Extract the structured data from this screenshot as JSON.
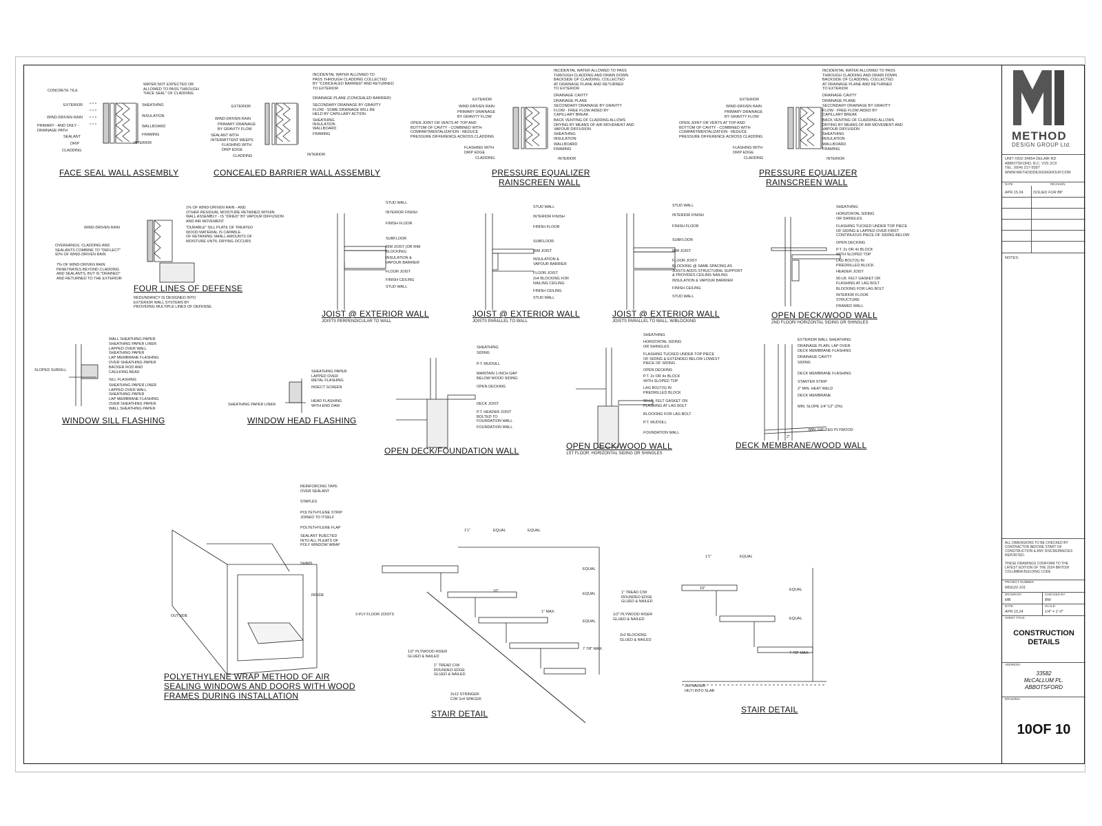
{
  "details": {
    "face_seal": {
      "title": "FACE SEAL WALL ASSEMBLY",
      "labels": [
        "CONCRETE TILE",
        "EXTERIOR",
        "WIND-DRIVEN RAIN",
        "PRIMARY - AND ONLY -\nDRAINAGE PATH",
        "SEALANT",
        "DRIP",
        "CLADDING",
        "WATER NOT EXPECTED OR\nALLOWED TO PASS THROUGH\n\"FACE SEAL\" OF CLADDING",
        "SHEATHING",
        "INSULATION",
        "WALLBOARD",
        "FRAMING",
        "INTERIOR"
      ]
    },
    "concealed_barrier": {
      "title": "CONCEALED BARRIER WALL ASSEMBLY",
      "labels": [
        "INCIDENTAL WATER ALLOWED TO\nPASS THROUGH CLADDING COLLECTED\nBY \"CONCEALED BARRIER\" AND RETURNED\nTO EXTERIOR",
        "EXTERIOR",
        "DRAINAGE PLANE (CONCEALED BARRIER)",
        "SECONDARY DRAINAGE BY GRAVITY\nFLOW - SOME DRAINAGE WILL BE\nHELD BY CAPILLARY ACTION",
        "WIND-DRIVEN RAIN",
        "PRIMARY DRAINAGE\nBY GRAVITY FLOW",
        "SEALANT WITH\nINTERMITTENT WEEPS",
        "FLASHING WITH\nDRIP EDGE",
        "CLADDING",
        "SHEATHING",
        "INSULATION",
        "WALLBOARD",
        "FRAMING",
        "INTERIOR"
      ]
    },
    "pe_rainscreen_1": {
      "title_line1": "PRESSURE EQUALIZER",
      "title_line2": "RAINSCREEN WALL",
      "labels_left": [
        "EXTERIOR",
        "WIND-DRIVEN RAIN",
        "PRIMARY DRAINAGE\nBY GRAVITY FLOW",
        "OPEN JOINT OR VENTS AT TOP AND\nBOTTOM OF CAVITY - COMBINED WITH\nCOMPARTMENTALIZATION - REDUCE\nPRESSURE DIFFERENCE ACROSS CLADDING",
        "FLASHING WITH\nDRIP EDGE",
        "CLADDING"
      ],
      "labels_right": [
        "INCIDENTAL WATER ALLOWED TO PASS\nTHROUGH CLADDING AND DRAIN DOWN\nBACKSIDE OF CLADDING, COLLECTED\nAT DRAINAGE PLANE AND RETURNED\nTO EXTERIOR",
        "DRAINAGE CAVITY",
        "DRAINAGE PLANE",
        "SECONDARY DRAINAGE BY GRAVITY\nFLOW - FREE FLOW AIDED BY\nCAPILLARY BREAK",
        "BACK VENTING OF CLADDING ALLOWS\nDRYING BY MEANS OF AIR MOVEMENT AND\nVAPOUR DIFFUSION",
        "SHEATHING",
        "INSULATION",
        "WALLBOARD",
        "FRAMING",
        "INTERIOR"
      ]
    },
    "pe_rainscreen_2": {
      "title_line1": "PRESSURE EQUALIZER",
      "title_line2": "RAINSCREEN WALL"
    },
    "four_lines": {
      "title": "FOUR LINES OF DEFENSE",
      "note": "REDUNDANCY IS DESIGNED INTO\nEXTERIOR WALL SYSTEMS BY\nPROVIDING MULTIPLE LINES OF DEFENSE.",
      "labels": [
        "1% OF WIND-DRIVEN RAIN - AND\nOTHER RESIDUAL MOISTURE RETAINED WITHIN\nWALL ASSEMBLY - IS \"DRIED\" BY VAPOUR DIFFUSION\nAND AIR MOVEMENT",
        "\"DURABLE\" SILL PLATE OF TREATED\nWOOD MATERIAL IS CAPABLE\nOF RETAINING SMALL AMOUNTS OF\nMOISTURE UNTIL DRYING OCCURS",
        "WIND-DRIVEN RAIN",
        "OVERHANGS, CLADDING AND\nSEALANTS COMBINE TO \"DEFLECT\"\n92% OF WIND-DRIVEN RAIN",
        "7% OF WIND-DRIVEN RAIN\nPENETRATES BEYOND CLADDING\nAND SEALANTS, BUT IS \"DRAINED\"\nAND RETURNED TO THE EXTERIOR"
      ]
    },
    "joist_1": {
      "title": "JOIST @ EXTERIOR WALL",
      "subtitle": "JOISTS PERPENDICULAR TO WALL",
      "labels": [
        "STUD WALL",
        "INTERIOR FINISH",
        "FINISH FLOOR",
        "SUBFLOOR",
        "RIM JOIST (OR RIM\nBLOCKING)",
        "INSULATION &\nVAPOUR BARRIER",
        "FLOOR JOIST",
        "FINISH CEILING",
        "STUD WALL"
      ]
    },
    "joist_2": {
      "title": "JOIST @ EXTERIOR WALL",
      "subtitle": "JOISTS PARALLEL TO WALL",
      "labels": [
        "STUD WALL",
        "INTERIOR FINISH",
        "FINISH FLOOR",
        "SUBFLOOR",
        "RIM JOIST",
        "INSULATION &\nVAPOUR BARRIER",
        "FLOOR JOIST",
        "2x4 BLOCKING FOR\nNAILING CEILING",
        "FINISH CEILING",
        "STUD WALL"
      ]
    },
    "joist_3": {
      "title": "JOIST @ EXTERIOR WALL",
      "subtitle": "JOISTS PARALLEL TO WALL, W/BLOCKING",
      "labels": [
        "STUD WALL",
        "INTERIOR FINISH",
        "FINISH FLOOR",
        "SUBFLOOR",
        "RIM JOIST",
        "FLOOR JOIST",
        "BLOCKING @ SAME SPACING AS\nJOISTS ADDS STRUCTURAL SUPPORT\n& PROVIDES CEILING NAILING",
        "INSULATION & VAPOUR BARRIER",
        "FINISH CEILING",
        "STUD WALL"
      ]
    },
    "open_deck_wood_2nd": {
      "title": "OPEN DECK/WOOD WALL",
      "subtitle": "2ND FLOOR/ HORIZONTAL SIDING OR SHINGLES",
      "labels": [
        "SHEATHING",
        "HORIZONTAL SIDING\nOR SHINGLES",
        "FLASHING TUCKED UNDER TOP PIECE\nOF SIDING & LAPPED OVER FIRST\nCONTINUOUS PIECE OF SIDING BELOW",
        "OPEN DECKING",
        "P.T. 2x OR 4x BLOCK\nWITH SLOPED TOP",
        "LAG BOLT(S) IN\nPREDRILLED BLOCK",
        "HEADER JOIST",
        "90-LB. FELT GASKET OR\nFLASHING AT LAG BOLT",
        "BLOCKING FOR LAG BOLT",
        "INTERIOR FLOOR\nSTRUCTURE",
        "FRAMED WALL"
      ]
    },
    "window_sill": {
      "title": "WINDOW SILL FLASHING",
      "labels": [
        "WALL SHEATHING PAPER",
        "SHEATHING PAPER LINER\nLAPPED OVER WALL\nSHEATHING PAPER",
        "LAP MEMBRANE FLASHING\nOVER SHEATHING PAPER",
        "BACKER ROD AND\nCAULKING BEAD",
        "SLOPED SUBSILL",
        "SILL FLASHING",
        "SHEATHING PAPER LINER\nLAPPED OVER WALL\nSHEATHING PAPER",
        "LAP MEMBRANE FLASHING\nOVER SHEATHING PAPER",
        "WALL SHEATHING PAPER"
      ]
    },
    "window_head": {
      "title": "WINDOW HEAD FLASHING",
      "labels": [
        "SHEATHING PAPER\nLAPPED OVER\nMETAL FLASHING",
        "INSECT SCREEN",
        "SHEATHING PAPER LINER",
        "HEAD FLASHING\nWITH END DAM"
      ]
    },
    "open_deck_foundation": {
      "title": "OPEN DECK/FOUNDATION WALL",
      "labels": [
        "SHEATHING",
        "SIDING",
        "P.T. MUDSILL",
        "MAINTAIN 1-INCH GAP\nBELOW WOOD SIDING",
        "OPEN DECKING",
        "DECK JOIST",
        "P.T. HEADER JOIST\nBOLTED TO\nFOUNDATION WALL",
        "FOUNDATION WALL"
      ]
    },
    "open_deck_wood_1st": {
      "title": "OPEN DECK/WOOD WALL",
      "subtitle": "1ST FLOOR: HORIZONTAL SIDING OR SHINGLES",
      "labels": [
        "SHEATHING",
        "HORIZONTAL SIDING\nOR SHINGLES",
        "FLASHING TUCKED UNDER TOP PIECE\nOF SIDING & EXTENDED BELOW LOWEST\nPIECE OF SIDING",
        "OPEN DECKING",
        "P.T. 2x OR 4x BLOCK\nWITH SLOPED TOP",
        "LAG BOLT(S) IN\nPREDRILLED BLOCK",
        "90-LB. FELT GASKET ON\nFLASHING AT LAG BOLT",
        "BLOCKING FOR LAG BOLT",
        "P.T. MUDSILL",
        "FOUNDATION WALL"
      ]
    },
    "deck_membrane": {
      "title": "DECK MEMBRANE/WOOD WALL",
      "labels": [
        "EXTERIOR WALL SHEATHING",
        "DRAINAGE PLAIN, LAP OVER\nDECK MEMBRANE FLASHING",
        "DRAINAGE CAVITY",
        "SIDING",
        "DECK MEMBRANE FLASHING",
        "STARTER STRIP",
        "2\" MIN. HEAT WELD",
        "DECK MEMBRANE",
        "MIN. SLOPE 1/4\":12\" (2%)",
        "MIN. 5/8\" T&G PLYWOOD",
        "2\""
      ]
    },
    "poly_wrap": {
      "title_line1": "POLYETHYLENE WRAP METHOD OF AIR",
      "title_line2": "SEALING WINDOWS AND DOORS WITH WOOD",
      "title_line3": "FRAMES DURING INSTALLATION",
      "labels": [
        "REINFORCING TAPE\nOVER SEALANT",
        "STAPLES",
        "POLYETHYLENE STRIP\nJOINED TO ITSELF",
        "POLYETHYLENE FLAP",
        "SEALANT INJECTED\nINTO ALL PLEATS OF\nPOLY WINDOW WRAP",
        "SHIMS",
        "INSIDE",
        "OUTSIDE"
      ]
    },
    "stair_1": {
      "title": "STAIR DETAIL",
      "labels": [
        "1'1\"",
        "EQUAL",
        "EQUAL",
        "EQUAL",
        "EQUAL",
        "EQUAL",
        "10\"",
        "1\" MAX.",
        "7 7/8\" MAX.",
        "2-PLY FLOOR JOISTS",
        "1/2\" PLYWOOD RISER\nGLUED & NAILED",
        "1\" TREAD C/W\nROUNDED EDGE\nGLUED & NAILED",
        "2x12 STRINGER\nC/W 2x4 SPACER"
      ]
    },
    "stair_2": {
      "title": "STAIR DETAIL",
      "labels": [
        "1'1\"",
        "EQUAL",
        "EQUAL",
        "EQUAL",
        "10\"",
        "7 7/8\" MAX.",
        "1\" TREAD C/W\nROUNDED EDGE\nGLUED & NAILED",
        "1/2\" PLYWOOD RISER\nGLUED & NAILED",
        "2x2 BLOCKING\nGLUED & NAILED",
        "2x6 NAILER\nHILTI INTO SLAB"
      ]
    }
  },
  "title_block": {
    "company_name": "METHOD",
    "company_sub": "DESIGN GROUP Ltd.",
    "address": "UNIT #202-34654 DELAIR RD\nABBOTSFORD, B.C. V2S 2C9\nTEL. (604) 217-9397\nWWW.METHODDESIGNGROUP.COM",
    "rev_date_hdr": "DATE",
    "rev_desc_hdr": "REVISION",
    "rev_date": "APR.15.24",
    "rev_desc": "ISSUED FOR BP",
    "notes_label": "NOTES:",
    "disclaimer": "ALL DIMENSIONS TO BE CHECKED BY\nCONTRACTOR BEFORE START OF\nCONSTRUCTION & ANY DISCREPANCIES\nREPORTED.\n\nTHESE DRAWINGS CONFORM TO THE\nLATEST EDITION OF THE 2024 BRITISH\nCOLUMBIA BUILDING CODE",
    "project_number_label": "PROJECT NUMBER:",
    "project_number": "MDG22-101",
    "drawn_by_label": "DRAWN BY:",
    "drawn_by": "MB",
    "checked_by_label": "CHECKED BY:",
    "checked_by": "BW",
    "date_label": "DATE:",
    "date": "APR.15.24",
    "scale_label": "SCALE:",
    "scale": "1/4\" = 1'-0\"",
    "sheet_title_label": "SHEET TITLE:",
    "sheet_title_line1": "CONSTRUCTION",
    "sheet_title_line2": "DETAILS",
    "address_label": "ADDRESS:",
    "site_line1": "33582",
    "site_line2": "McCALLUM PL.",
    "site_line3": "ABBOTSFORD",
    "drawing_label": "DRAWING:",
    "sheet_number": "10OF 10"
  }
}
